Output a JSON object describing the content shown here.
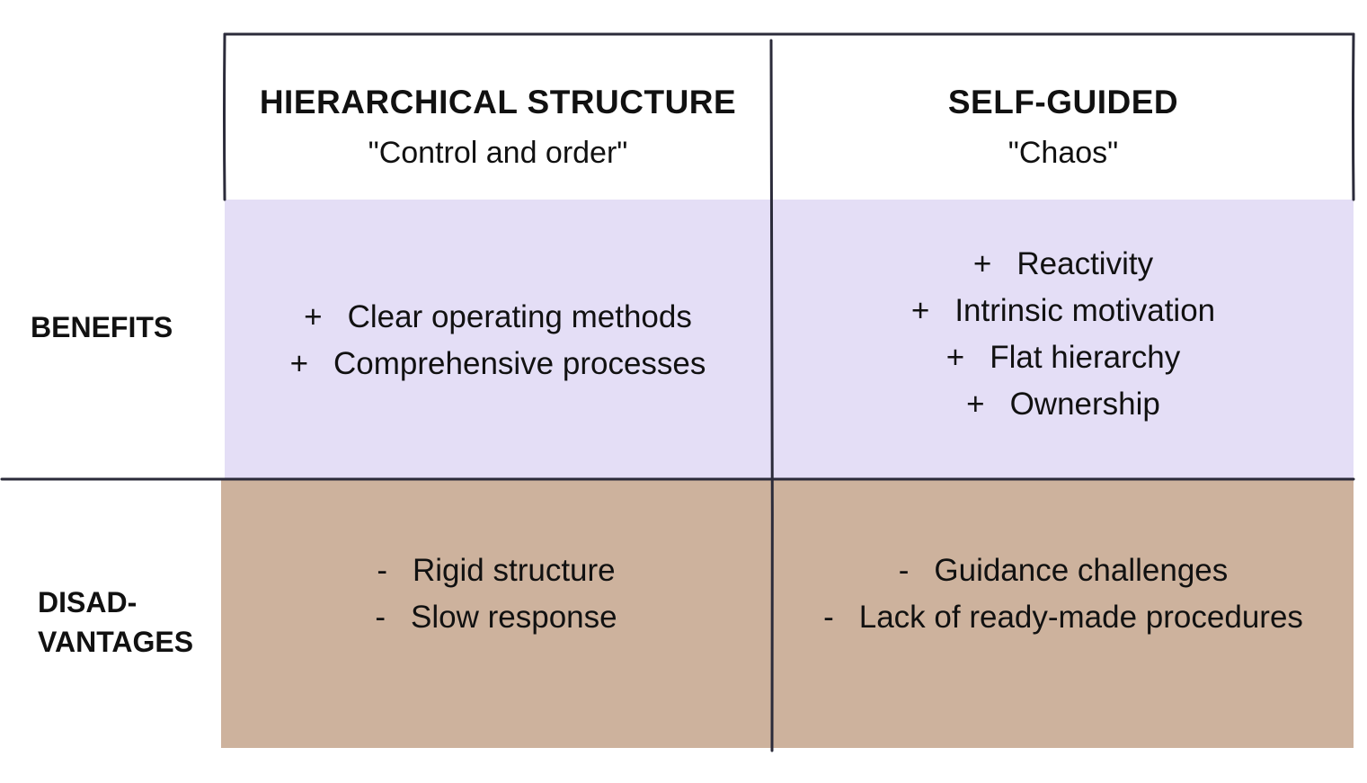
{
  "colors": {
    "benefits_fill": "#e4def6",
    "disadvantages_fill": "#cdb29d",
    "line": "#2b2b3a"
  },
  "columns": [
    {
      "title": "HIERARCHICAL STRUCTURE",
      "subtitle": "\"Control and order\""
    },
    {
      "title": "SELF-GUIDED",
      "subtitle": "\"Chaos\""
    }
  ],
  "rows": {
    "benefits_label": "BENEFITS",
    "disadvantages_label_line1": "DISAD-",
    "disadvantages_label_line2": "VANTAGES"
  },
  "benefits": {
    "hierarchical": [
      {
        "mark": "+",
        "text": "Clear operating methods"
      },
      {
        "mark": "+",
        "text": "Comprehensive processes"
      }
    ],
    "self_guided": [
      {
        "mark": "+",
        "text": "Reactivity"
      },
      {
        "mark": "+",
        "text": "Intrinsic motivation"
      },
      {
        "mark": "+",
        "text": "Flat hierarchy"
      },
      {
        "mark": "+",
        "text": "Ownership"
      }
    ]
  },
  "disadvantages": {
    "hierarchical": [
      {
        "mark": "-",
        "text": "Rigid structure"
      },
      {
        "mark": "-",
        "text": "Slow response"
      }
    ],
    "self_guided": [
      {
        "mark": "-",
        "text": "Guidance challenges"
      },
      {
        "mark": "-",
        "text": "Lack of ready-made procedures"
      }
    ]
  }
}
